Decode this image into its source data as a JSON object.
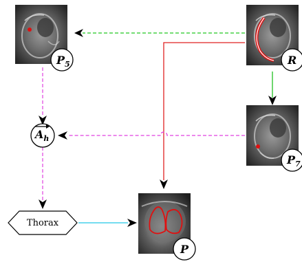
{
  "nodes": {
    "p5": {
      "label": "P",
      "subscript": "5"
    },
    "r": {
      "label": "R"
    },
    "p7": {
      "label": "P",
      "subscript": "7"
    },
    "ah": {
      "label": "A",
      "subscript": "h"
    },
    "thorax": {
      "label": "Thorax"
    },
    "p": {
      "label": "P"
    }
  },
  "colors": {
    "green_dashed": "#22c722",
    "green_solid": "#1fbf1f",
    "magenta_dashed": "#e040e0",
    "red_solid": "#e02020",
    "cyan_solid": "#22c8e8",
    "arrow_head": "#000000",
    "contour_red": "#e01010",
    "scan_dark": "#2a2a2a"
  }
}
